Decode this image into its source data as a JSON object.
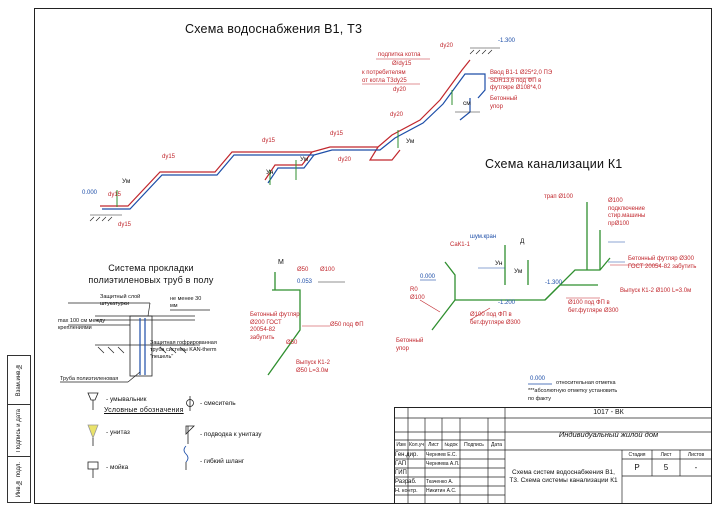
{
  "titles": {
    "water": "Схема водоснабжения В1, Т3",
    "sewer": "Схема канализации К1",
    "floor": "Система прокладки полиэтиленовых труб в полу",
    "legend": "Условные обозначения"
  },
  "water_labels": {
    "podpitka": "подпитка котла",
    "d15_top": "Ø/dy15",
    "k_potrebit": "к потребителям",
    "ot_kotla": "от котла  Т3dy25",
    "dy20_a": "dy20",
    "dy20_b": "dy20",
    "dy20_c": "dy20",
    "dy20_d": "dy20",
    "dy15_a": "dy15",
    "dy15_b": "dy15",
    "dy15_c": "dy15",
    "dy15_d": "dy15",
    "dy15_e": "dy15",
    "um_a": "Ум",
    "um_b": "Ум",
    "um_c": "Ум",
    "un": "Ун",
    "sm": "см",
    "vvod": "Ввод В1-1 Ø25*2,0 ПЭ SDR13,6 под ФП в футляре Ø108*4,0",
    "beton_upor": "Бетонный упор",
    "elev_1300": "-1.300",
    "elev_0000": "0.000"
  },
  "sewer_labels": {
    "trap": "трап Ø100",
    "podkl": "Ø100 подключение стир.машины прØ100",
    "sk": "СаК1-1",
    "shum": "шум.кран",
    "r0": "R0 Ø100",
    "d": "Д",
    "un": "Ун",
    "um": "Ум",
    "footer1": "Бетонный футляр Ø300 ГОСТ 20054-82 забутить",
    "vypusk1": "Выпуск К1-2 Ø100 L=3.0м",
    "pod_fp": "Ø100 под ФП в бет.футляре Ø300",
    "pod_fp2": "Ø100 под ФП в бет.футляре Ø300",
    "beton_upor": "Бетонный упор",
    "elev_1300": "-1.300",
    "elev_1200": "-1.200",
    "elev_0000": "0.000"
  },
  "middle_labels": {
    "m": "М",
    "d50": "Ø50",
    "d100": "Ø100",
    "elev1": "0.053",
    "footer": "Бетонный футляр Ø200 ГОСТ 20054-82 забутить",
    "pod_fp": "Ø50 под ФП",
    "vypusk": "Выпуск К1-2 Ø50 L=3.0м",
    "d50_diag": "Ø50"
  },
  "floor_labels": {
    "zashch": "Защитный слой штукатурки",
    "ne_menee": "не менее 30 мм",
    "max": "max 100 см между креплениями",
    "gofr": "Защитная гофрированная труба системы KAN-therm \"пешель\"",
    "truba": "Труба полиэтиленовая"
  },
  "legend": {
    "umyv": "- умывальник",
    "unitaz": "- унитаз",
    "moika": "- мойка",
    "smesitel": "- смеситель",
    "podvodka": "- подводка к унитазу",
    "shlang": "- гибкий шланг"
  },
  "note": {
    "elev": "0.000",
    "line1": "относительная отметка",
    "line2": "***абсолютную отметку установить",
    "line3": "по факту"
  },
  "side_panel": {
    "c1": "Инв.№ подл.",
    "c2": "Подпись и дата",
    "c3": "Взам.инв.№"
  },
  "stamp": {
    "code": "1017 - ВК",
    "object": "Индивидуальный жилой дом",
    "h_izm": "Изм",
    "h_kol": "Кол.уч",
    "h_list": "Лист",
    "h_ndok": "№док",
    "h_podp": "Подпись",
    "h_data": "Дата",
    "r1_role": "Ген.дир.",
    "r1_name": "Черняев Е.С.",
    "r2_role": "ГАП",
    "r2_name": "Черняева А.Л.",
    "r3_role": "ГИП",
    "r4_role": "Разраб.",
    "r4_name": "Ткаченко А.",
    "r5_role": "Н. контр.",
    "r5_name": "Никитин А.С.",
    "sheet_title": "Схема систем водоснабжения В1, Т3. Схема системы канализации К1",
    "h_stadia": "Стадия",
    "h_sheet": "Лист",
    "h_sheets": "Листов",
    "stadia": "Р",
    "sheet": "5",
    "sheets": "-"
  },
  "colors": {
    "red": "#c1272d",
    "blue": "#1d4ea8",
    "green": "#2f8f2f",
    "line": "#222222"
  }
}
